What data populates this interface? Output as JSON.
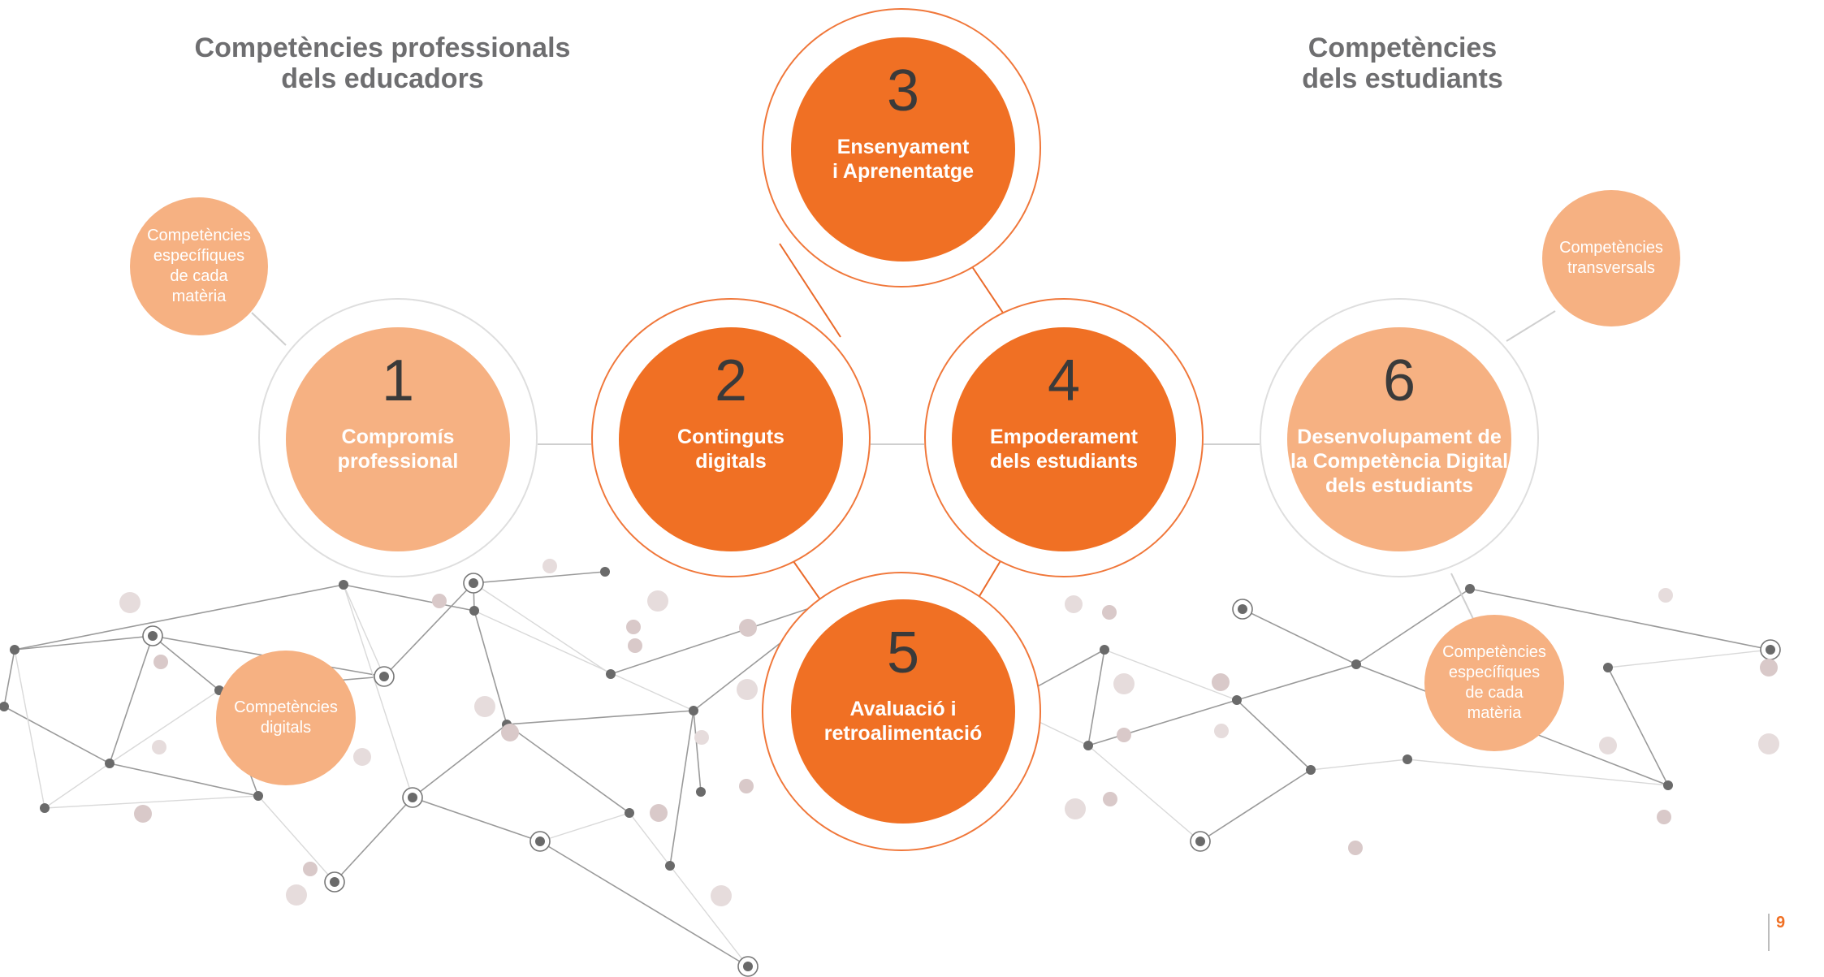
{
  "headings": {
    "left": [
      "Competències professionals",
      "dels educadors"
    ],
    "right": [
      "Competències",
      "dels estudiants"
    ]
  },
  "areas": [
    {
      "number": "1",
      "title": [
        "Compromís",
        "professional"
      ]
    },
    {
      "number": "2",
      "title": [
        "Continguts",
        "digitals"
      ]
    },
    {
      "number": "3",
      "title": [
        "Ensenyament",
        "i Aprenentatge"
      ]
    },
    {
      "number": "4",
      "title": [
        "Empoderament",
        "dels estudiants"
      ]
    },
    {
      "number": "5",
      "title": [
        "Avaluació i",
        "retroalimentació"
      ]
    },
    {
      "number": "6",
      "title": [
        "Desenvolupament de",
        "la Competència Digital",
        "dels estudiants"
      ]
    }
  ],
  "bubbles": {
    "specific_left": [
      "Competències",
      "específiques",
      "de cada",
      "matèria"
    ],
    "digital": [
      "Competències",
      "digitals"
    ],
    "transversal": [
      "Competències",
      "transversals"
    ],
    "specific_right": [
      "Competències",
      "específiques",
      "de cada",
      "matèria"
    ]
  },
  "page_number": "9",
  "colors": {
    "dark_orange": "#f07024",
    "light_orange": "#f6b182",
    "heading_grey": "#6e6e70"
  }
}
